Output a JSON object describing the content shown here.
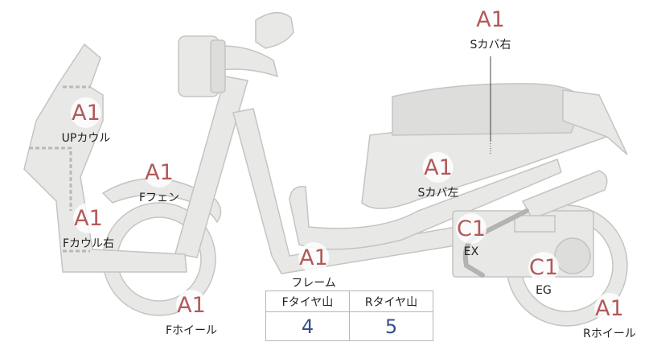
{
  "parts": [
    {
      "id": "s-cover-right",
      "grade": "A1",
      "label": "Sカバ右"
    },
    {
      "id": "up-cowl",
      "grade": "A1",
      "label": "UPカウル"
    },
    {
      "id": "f-fender",
      "grade": "A1",
      "label": "Fフェン"
    },
    {
      "id": "s-cover-left",
      "grade": "A1",
      "label": "Sカバ左"
    },
    {
      "id": "f-cowl-right",
      "grade": "A1",
      "label": "Fカウル右"
    },
    {
      "id": "exhaust",
      "grade": "C1",
      "label": "EX"
    },
    {
      "id": "frame",
      "grade": "A1",
      "label": "フレーム"
    },
    {
      "id": "engine",
      "grade": "C1",
      "label": "EG"
    },
    {
      "id": "f-wheel",
      "grade": "A1",
      "label": "Fホイール"
    },
    {
      "id": "r-wheel",
      "grade": "A1",
      "label": "Rホイール"
    }
  ],
  "tread_table": {
    "front_header": "Fタイヤ山",
    "rear_header": "Rタイヤ山",
    "front_value": "4",
    "rear_value": "5"
  },
  "colors": {
    "grade_text": "#b15a5a",
    "tread_value": "#3a4e8c"
  }
}
